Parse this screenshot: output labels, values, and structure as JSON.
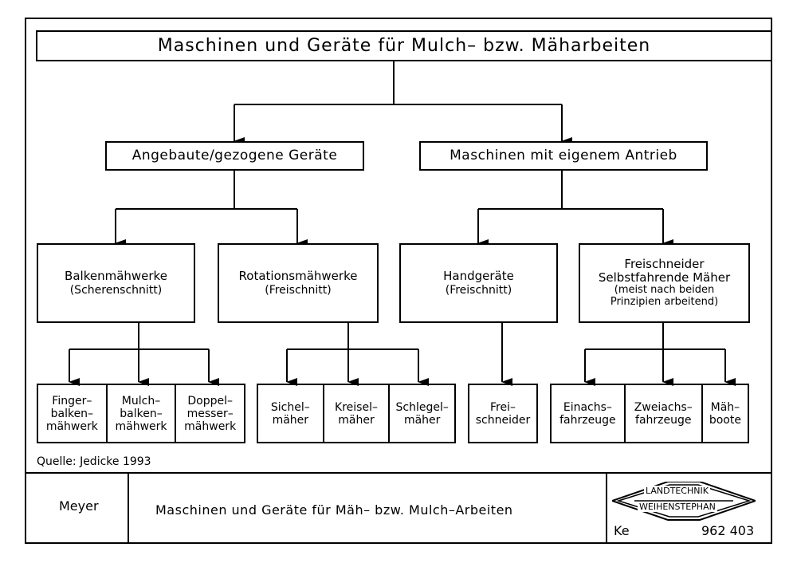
{
  "title": "Maschinen und Geräte für Mulch– bzw. Mäharbeiten",
  "level2": {
    "left": "Angebaute/gezogene Geräte",
    "right": "Maschinen mit eigenem Antrieb"
  },
  "level3": {
    "balken": {
      "line1": "Balkenmähwerke",
      "line2": "(Scherenschnitt)"
    },
    "rotation": {
      "line1": "Rotationsmähwerke",
      "line2": "(Freischnitt)"
    },
    "hand": {
      "line1": "Handgeräte",
      "line2": "(Freischnitt)"
    },
    "frei": {
      "line1": "Freischneider",
      "line2": "Selbstfahrende Mäher",
      "line3": "(meist nach beiden",
      "line4": "Prinzipien arbeitend)"
    }
  },
  "leaves": {
    "finger": [
      "Finger–",
      "balken–",
      "mähwerk"
    ],
    "mulch": [
      "Mulch–",
      "balken–",
      "mähwerk"
    ],
    "doppel": [
      "Doppel–",
      "messer–",
      "mähwerk"
    ],
    "sichel": [
      "Sichel–",
      "mäher"
    ],
    "kreisel": [
      "Kreisel–",
      "mäher"
    ],
    "schlegel": [
      "Schlegel–",
      "mäher"
    ],
    "freischneider": [
      "Frei–",
      "schneider"
    ],
    "einachs": [
      "Einachs–",
      "fahrzeuge"
    ],
    "zweiachs": [
      "Zweiachs–",
      "fahrzeuge"
    ],
    "maehboote": [
      "Mäh–",
      "boote"
    ]
  },
  "source": "Quelle:  Jedicke 1993",
  "footer": {
    "author": "Meyer",
    "caption": "Maschinen und Geräte für Mäh– bzw. Mulch–Arbeiten",
    "logo_line1": "LANDTECHNIK",
    "logo_line2": "WEIHENSTEPHAN",
    "code_left": "Ke",
    "code_right": "962 403"
  }
}
